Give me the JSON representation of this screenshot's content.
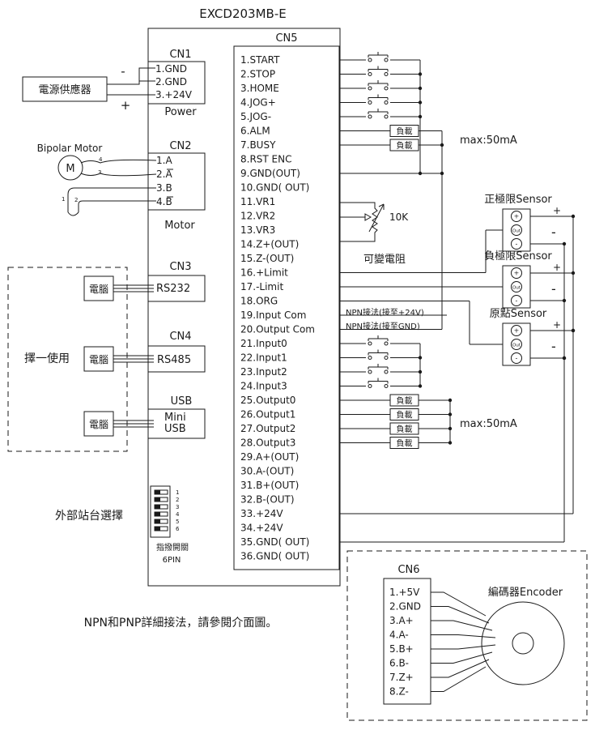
{
  "title": "EXCD203MB-E",
  "note": "NPN和PNP詳細接法，請參閱介面圖。",
  "power_supply": {
    "label": "電源供應器",
    "minus": "-",
    "plus": "+"
  },
  "cn1": {
    "name": "CN1",
    "pins": [
      "1.GND",
      "2.GND",
      "3.+24V"
    ],
    "caption": "Power"
  },
  "motor": {
    "label": "Bipolar Motor",
    "symbol": "M",
    "wire_numbers": [
      "4",
      "3",
      "1",
      "2"
    ]
  },
  "cn2": {
    "name": "CN2",
    "pins": [
      "1.A",
      "2.A",
      "3.B",
      "4.B"
    ],
    "caption": "Motor"
  },
  "cn3": {
    "name": "CN3",
    "port": "RS232"
  },
  "cn4": {
    "name": "CN4",
    "port": "RS485"
  },
  "usb": {
    "name": "USB",
    "port_line1": "Mini",
    "port_line2": "USB"
  },
  "computer_label": "電腦",
  "choose_one": "擇一使用",
  "station_select": "外部站台選擇",
  "dip": {
    "numbers": [
      "1",
      "2",
      "3",
      "4",
      "5",
      "6"
    ],
    "caption1": "指撥開關",
    "caption2": "6PIN"
  },
  "cn5": {
    "name": "CN5",
    "pins": [
      "1.START",
      "2.STOP",
      "3.HOME",
      "4.JOG+",
      "5.JOG-",
      "6.ALM",
      "7.BUSY",
      "8.RST ENC",
      "9.GND(OUT)",
      "10.GND( OUT)",
      "11.VR1",
      "12.VR2",
      "13.VR3",
      "14.Z+(OUT)",
      "15.Z-(OUT)",
      "16.+Limit",
      "17.-Limit",
      "18.ORG",
      "19.Input  Com",
      "20.Output Com",
      "21.Input0",
      "22.Input1",
      "23.Input2",
      "24.Input3",
      "25.Output0",
      "26.Output1",
      "27.Output2",
      "28.Output3",
      "29.A+(OUT)",
      "30.A-(OUT)",
      "31.B+(OUT)",
      "32.B-(OUT)",
      "33.+24V",
      "34.+24V",
      "35.GND( OUT)",
      "36.GND( OUT)"
    ]
  },
  "load_label": "負載",
  "max_current": "max:50mA",
  "resistor": {
    "value": "10K",
    "label": "可變電阻"
  },
  "npn_com_in": "NPN接法(接至+24V)",
  "npn_com_out": "NPN接法(接至GND)",
  "sensors": [
    {
      "label": "正極限Sensor",
      "plus": "+",
      "minus": "-"
    },
    {
      "label": "負極限Sensor",
      "plus": "+",
      "minus": "-"
    },
    {
      "label": "原點Sensor",
      "plus": "+",
      "minus": "-"
    }
  ],
  "sensor_terms": [
    "+",
    "Out",
    "-"
  ],
  "cn6": {
    "name": "CN6",
    "pins": [
      "1.+5V",
      "2.GND",
      "3.A+",
      "4.A-",
      "5.B+",
      "6.B-",
      "7.Z+",
      "8.Z-"
    ]
  },
  "encoder_label": "編碼器Encoder"
}
